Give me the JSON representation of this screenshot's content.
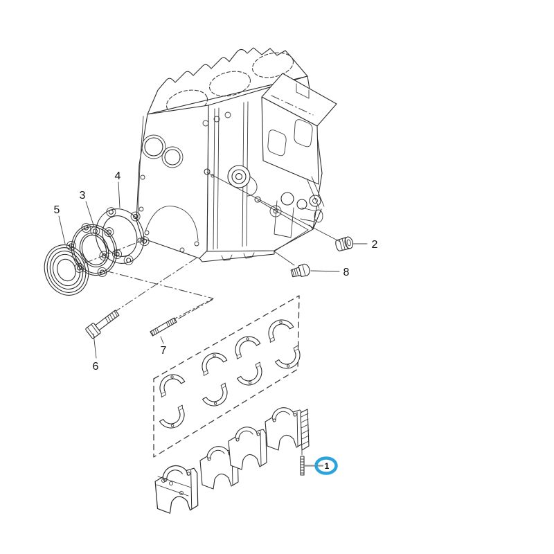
{
  "figure": {
    "background": "#ffffff",
    "ink_color": "#2b2b2b",
    "highlight_color": "#2ba3dc",
    "pin_leader_color": "#8f8f8f"
  },
  "callouts": {
    "c1": {
      "label": "1",
      "highlighted": true
    },
    "c2": {
      "label": "2",
      "highlighted": false
    },
    "c3": {
      "label": "3",
      "highlighted": false
    },
    "c4": {
      "label": "4",
      "highlighted": false
    },
    "c5": {
      "label": "5",
      "highlighted": false
    },
    "c6": {
      "label": "6",
      "highlighted": false
    },
    "c7": {
      "label": "7",
      "highlighted": false
    },
    "c8": {
      "label": "8",
      "highlighted": false
    }
  }
}
